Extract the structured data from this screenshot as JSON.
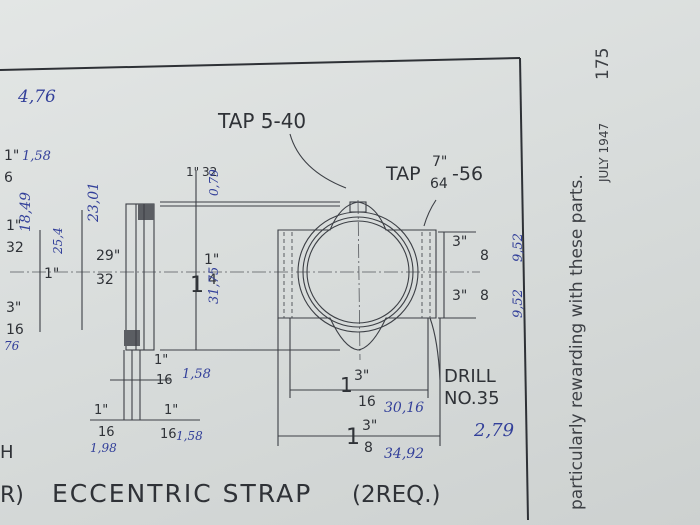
{
  "drawing": {
    "title": "ECCENTRIC STRAP",
    "qty": "(2REQ.)",
    "title_left_fragment": "R)",
    "left_letter": "H",
    "notes": {
      "tap1": "TAP 5-40",
      "tap2_prefix": "TAP",
      "tap2_num": "7\"",
      "tap2_den": "64",
      "tap2_suffix": "-56",
      "drill1": "DRILL",
      "drill2": "NO.35"
    },
    "dims": {
      "d_top_num": "1\"",
      "d_top_den": "32",
      "d_height_whole": "1",
      "d_height_num": "1\"",
      "d_height_den": "4",
      "d_right_num": "3\"",
      "d_right_den": "8",
      "d_right2_num": "3\"",
      "d_right2_den": "8",
      "d_bot1_whole": "1",
      "d_bot1_num": "3\"",
      "d_bot1_den": "16",
      "d_bot2_whole": "1",
      "d_bot2_num": "3\"",
      "d_bot2_den": "8",
      "d_side_num": "29\"",
      "d_side_den": "32",
      "d_left1_num": "1\"",
      "d_left1_den": "32",
      "d_left_whole": "1\"",
      "d_left2_num": "3\"",
      "d_left2_den": "16",
      "d_left3_num": "1\"",
      "d_left3_den": "6",
      "d_small1_num": "1\"",
      "d_small1_den": "16",
      "d_small2_num": "1\"",
      "d_small2_den": "16",
      "d_small3_num": "1\"",
      "d_small3_den": "16"
    },
    "metric": {
      "m1": "4,76",
      "m2": "1,58",
      "m3": "18,49",
      "m4": "23,01",
      "m5": "25,4",
      "m6": "0,79",
      "m7": "31,75",
      "m8": "9,52",
      "m9": "9,52",
      "m10": "30,16",
      "m11": "2,79",
      "m12": "34,92",
      "m13": "1,58",
      "m14": "1,58",
      "m15": "1,98",
      "m16": "76"
    }
  },
  "margin": {
    "text": "particularly rewarding with these parts.",
    "date": "JULY 1947",
    "page": "175"
  }
}
